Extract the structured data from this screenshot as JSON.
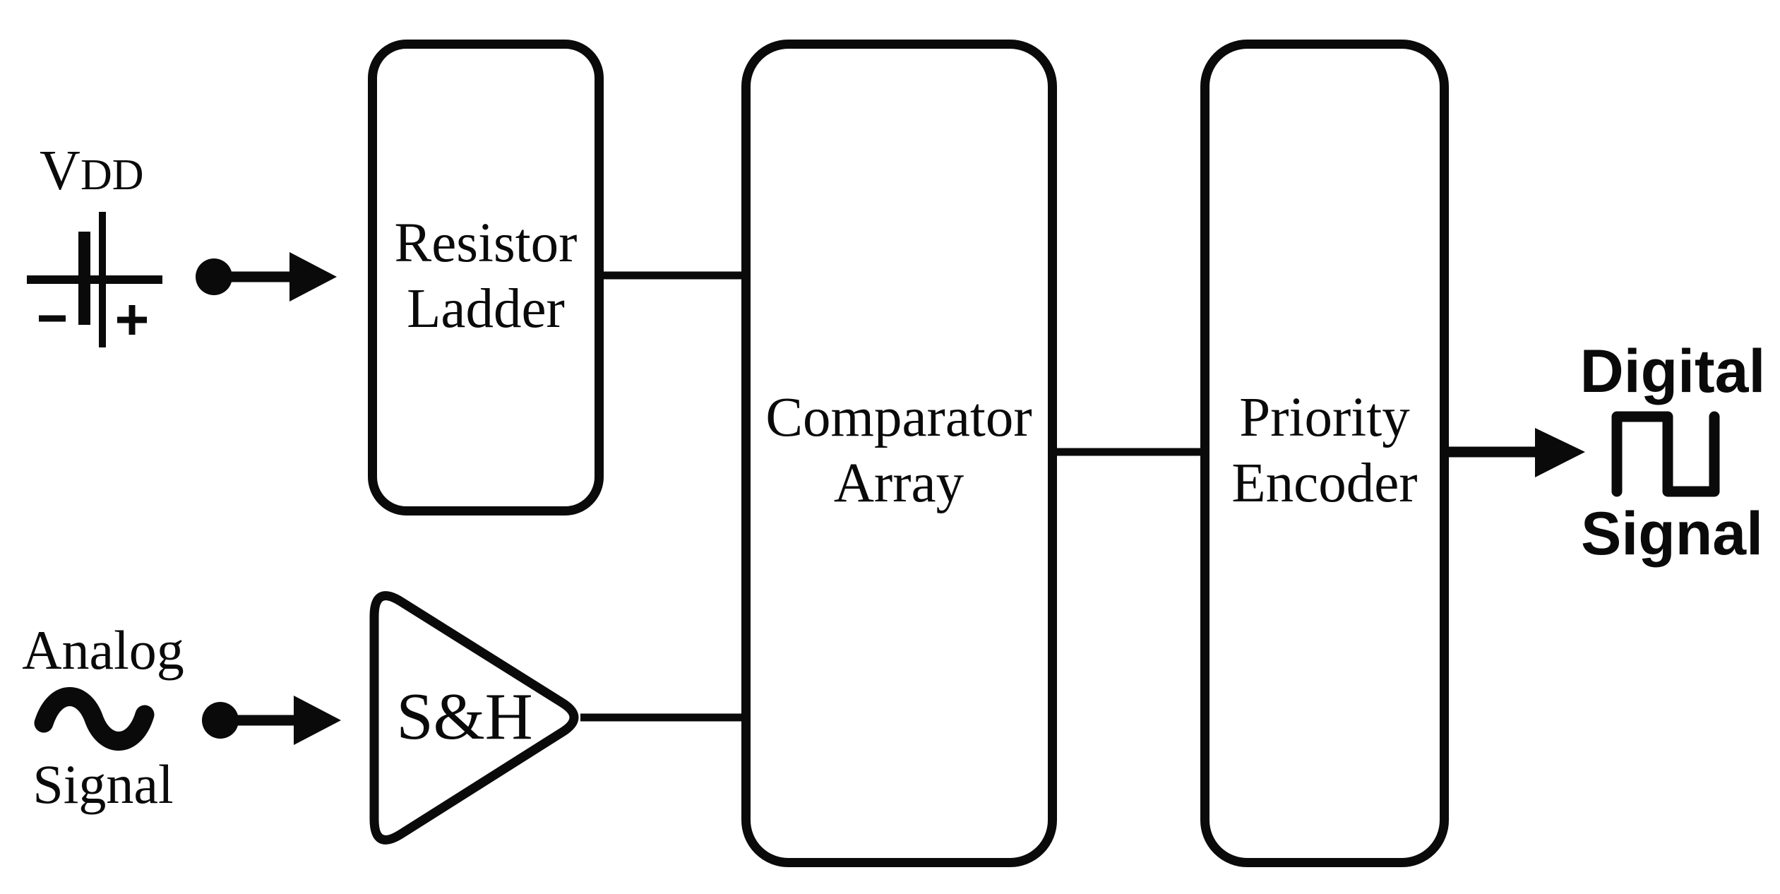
{
  "labels": {
    "vdd": {
      "main": "V",
      "small": "DD"
    },
    "analog": {
      "line1": "Analog",
      "line2": "Signal"
    },
    "digital": {
      "line1": "Digital",
      "line2": "Signal"
    },
    "polarity": {
      "minus": "−",
      "plus": "+"
    }
  },
  "blocks": {
    "resistor_ladder": {
      "line1": "Resistor",
      "line2": "Ladder"
    },
    "sample_hold": {
      "label": "S&H"
    },
    "comparator_array": {
      "line1": "Comparator",
      "line2": "Array"
    },
    "priority_encoder": {
      "line1": "Priority",
      "line2": "Encoder"
    }
  },
  "icons": {
    "battery": "battery-cell-icon",
    "sine": "sine-wave-icon",
    "square": "square-wave-icon",
    "arrows": "right-arrow-icon"
  },
  "colors": {
    "ink": "#0a0a0a",
    "background": "#ffffff"
  }
}
